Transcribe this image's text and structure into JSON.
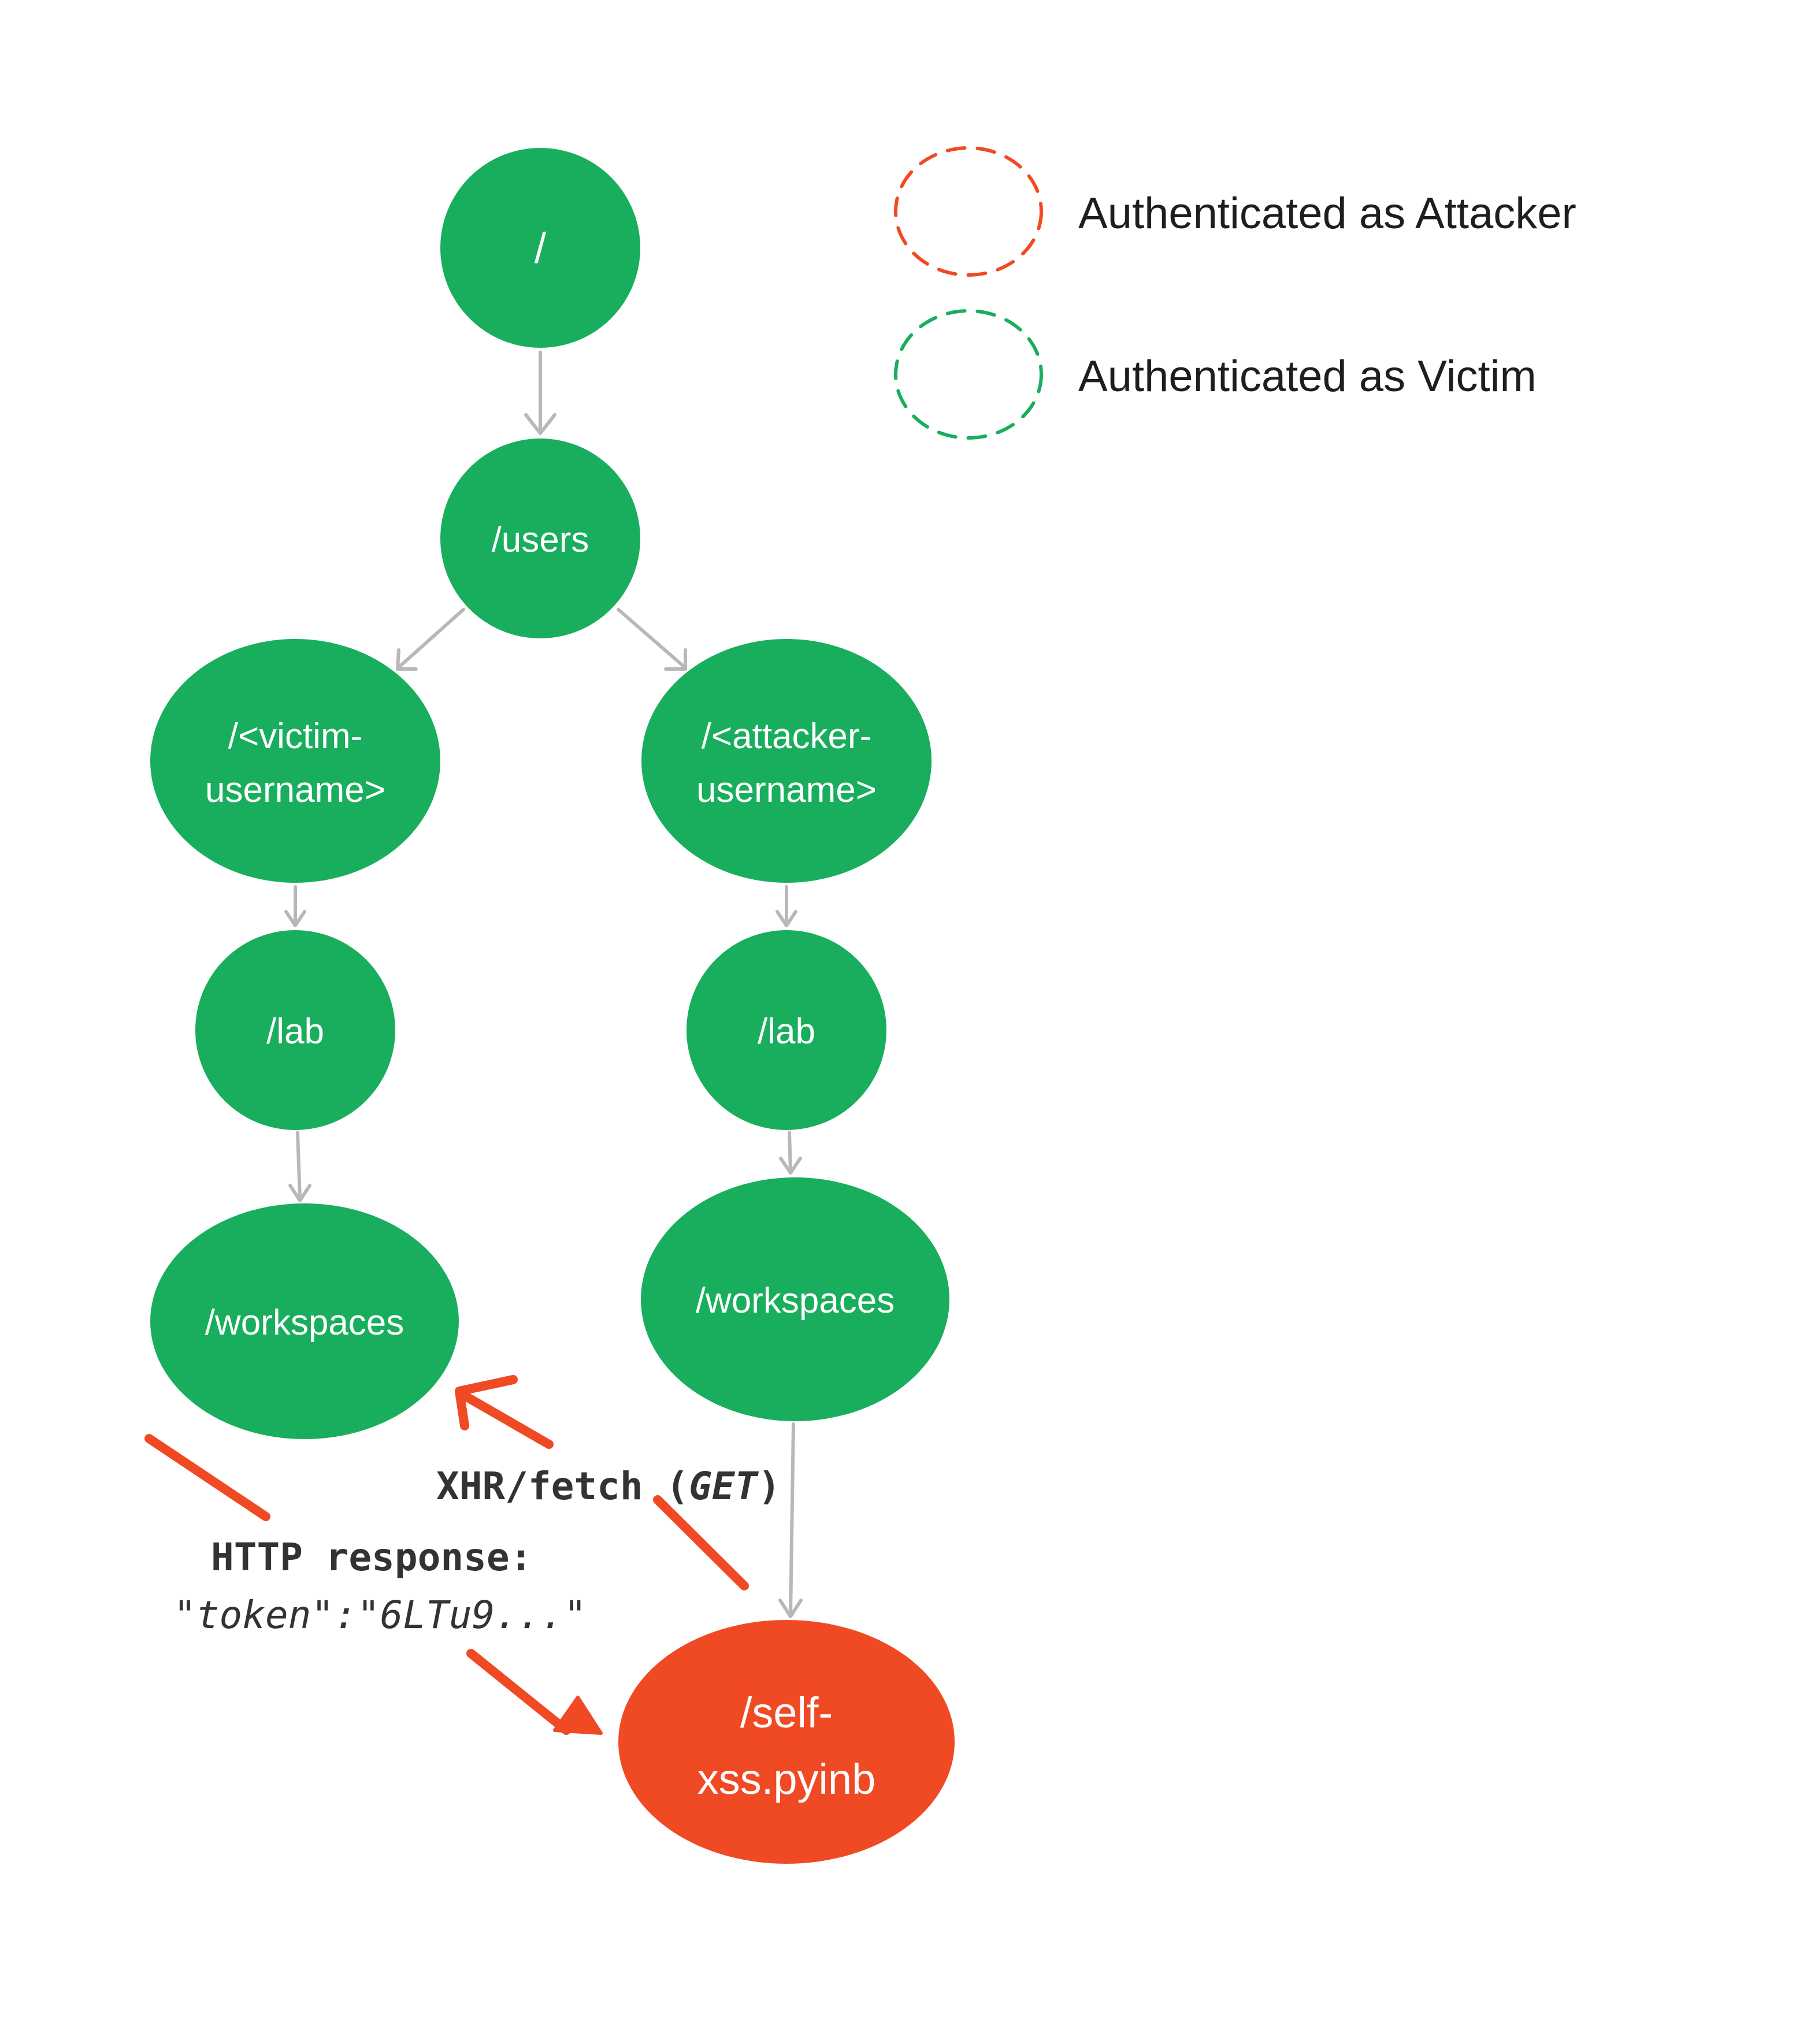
{
  "colors": {
    "node_green": "#18ae5d",
    "node_red": "#f04a24",
    "edge_gray": "#b8b8b8",
    "annotation_red": "#f04a24",
    "text_dark": "#1e1e1e"
  },
  "legend": [
    {
      "label": "Authenticated as Attacker",
      "color": "#f04a24",
      "style": "dashed-circle"
    },
    {
      "label": "Authenticated as Victim",
      "color": "#18ae5d",
      "style": "dashed-circle"
    }
  ],
  "nodes": {
    "root": {
      "lines": [
        "/"
      ]
    },
    "users": {
      "lines": [
        "/users"
      ]
    },
    "victim_username": {
      "lines": [
        "/<victim-",
        "username>"
      ]
    },
    "attacker_username": {
      "lines": [
        "/<attacker-",
        "username>"
      ]
    },
    "victim_lab": {
      "lines": [
        "/lab"
      ]
    },
    "attacker_lab": {
      "lines": [
        "/lab"
      ]
    },
    "victim_workspaces": {
      "lines": [
        "/workspaces"
      ]
    },
    "attacker_workspaces": {
      "lines": [
        "/workspaces"
      ]
    },
    "self_xss": {
      "lines": [
        "/self-",
        "xss.pyinb"
      ]
    }
  },
  "edges": [
    {
      "from": "root",
      "to": "users"
    },
    {
      "from": "users",
      "to": "victim_username"
    },
    {
      "from": "users",
      "to": "attacker_username"
    },
    {
      "from": "victim_username",
      "to": "victim_lab"
    },
    {
      "from": "attacker_username",
      "to": "attacker_lab"
    },
    {
      "from": "victim_lab",
      "to": "victim_workspaces"
    },
    {
      "from": "attacker_lab",
      "to": "attacker_workspaces"
    },
    {
      "from": "attacker_workspaces",
      "to": "self_xss"
    }
  ],
  "annotations": {
    "request": {
      "prefix": "XHR/fetch (",
      "method": "GET",
      "suffix": ")"
    },
    "response": {
      "title": "HTTP response:",
      "body": "\"token\":\"6LTu9...\""
    }
  }
}
